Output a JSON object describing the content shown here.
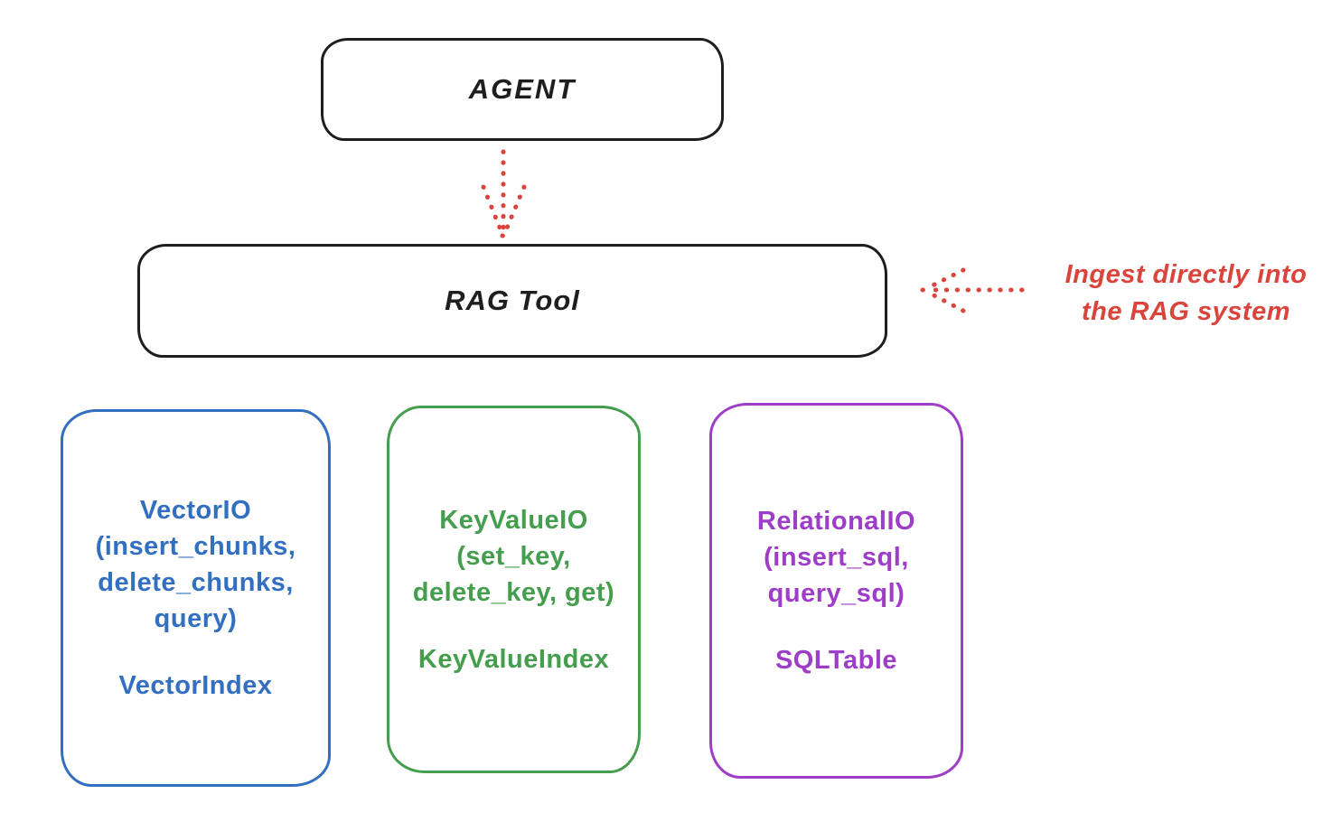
{
  "nodes": {
    "agent": {
      "label": "AGENT",
      "color": "#1e1e1e"
    },
    "rag_tool": {
      "label": "RAG Tool",
      "color": "#1e1e1e"
    },
    "vector_io": {
      "lines": [
        "VectorIO",
        "(insert_chunks,",
        "delete_chunks,",
        "query)"
      ],
      "index_label": "VectorIndex",
      "color": "#336fc1"
    },
    "key_value_io": {
      "lines": [
        "KeyValueIO",
        "(set_key,",
        "delete_key, get)"
      ],
      "index_label": "KeyValueIndex",
      "color": "#459d4e"
    },
    "relational_io": {
      "lines": [
        "RelationalIO",
        "(insert_sql,",
        "query_sql)"
      ],
      "index_label": "SQLTable",
      "color": "#9d3dc8"
    }
  },
  "annotation": {
    "lines": [
      "Ingest directly into",
      "the RAG system"
    ],
    "color": "#d9453c"
  },
  "arrows": {
    "color": "#d9453c",
    "agent_to_rag": "dotted arrow from AGENT down to RAG Tool",
    "annotation_to_rag": "dotted arrow from annotation left to RAG Tool"
  }
}
